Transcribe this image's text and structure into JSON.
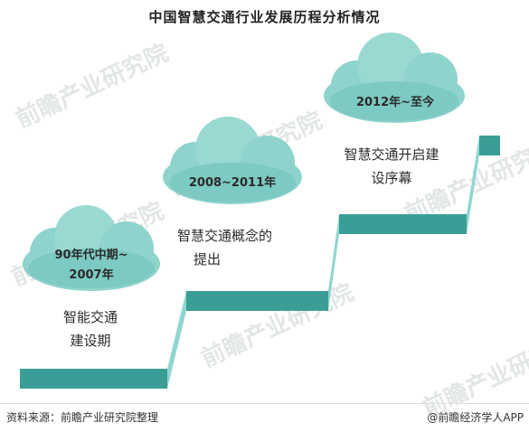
{
  "title": "中国智慧交通行业发展历程分析情况",
  "stages": [
    {
      "period": "90年代中期~2007年",
      "period_line1": "90年代中期~",
      "period_line2": "2007年",
      "desc_line1": "智能交通",
      "desc_line2": "建设期"
    },
    {
      "period": "2008~2011年",
      "desc_line1": "智慧交通概念的",
      "desc_line2": "提出"
    },
    {
      "period": "2012年~至今",
      "desc_line1": "智慧交通开启建",
      "desc_line2": "设序幕"
    }
  ],
  "watermark": "前瞻产业研究院",
  "footer": {
    "source": "资料来源：前瞻产业研究院整理",
    "brand": "@前瞻经济学人APP"
  },
  "colors": {
    "teal": "#3a9e96",
    "teal_light": "#8fd6cf",
    "cloud": "#8ed3cc",
    "cloud_dark": "#6cbeb6"
  }
}
